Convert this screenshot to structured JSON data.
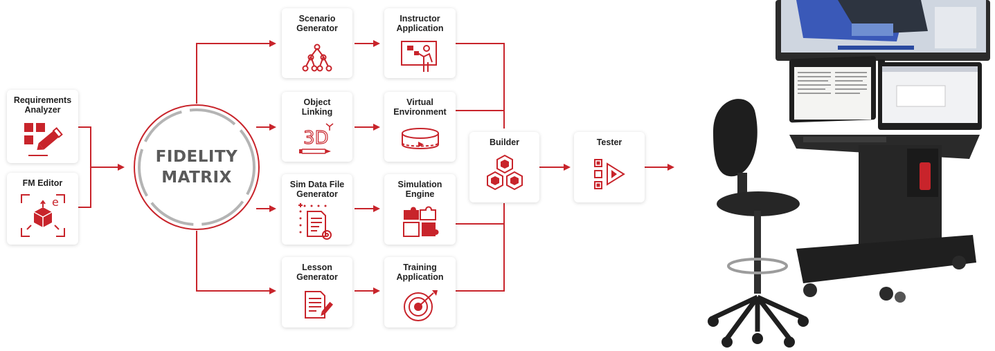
{
  "colors": {
    "accent": "#c8242b",
    "text": "#222222",
    "circle_text": "#5a5a5a"
  },
  "inputs": {
    "requirements": {
      "label": "Requirements\nAnalyzer",
      "icon": "marker-checklist-icon"
    },
    "fm_editor": {
      "label": "FM Editor",
      "icon": "3d-cube-edit-icon"
    }
  },
  "center": {
    "line1": "FIDELITY",
    "line2": "MATRIX"
  },
  "generators": [
    {
      "label": "Scenario\nGenerator",
      "icon": "tree-network-icon"
    },
    {
      "label": "Object\nLinking",
      "icon": "3d-text-icon"
    },
    {
      "label": "Sim Data File\nGenerator",
      "icon": "document-gear-icon"
    },
    {
      "label": "Lesson\nGenerator",
      "icon": "document-pen-icon"
    }
  ],
  "applications": [
    {
      "label": "Instructor\nApplication",
      "icon": "instructor-board-icon"
    },
    {
      "label": "Virtual\nEnvironment",
      "icon": "360-view-icon"
    },
    {
      "label": "Simulation\nEngine",
      "icon": "puzzle-icon"
    },
    {
      "label": "Training\nApplication",
      "icon": "target-dart-icon"
    }
  ],
  "builder": {
    "label": "Builder",
    "icon": "cubes-icon"
  },
  "tester": {
    "label": "Tester",
    "icon": "checklist-play-icon"
  },
  "illustration": "simulator-workstation-with-chair"
}
